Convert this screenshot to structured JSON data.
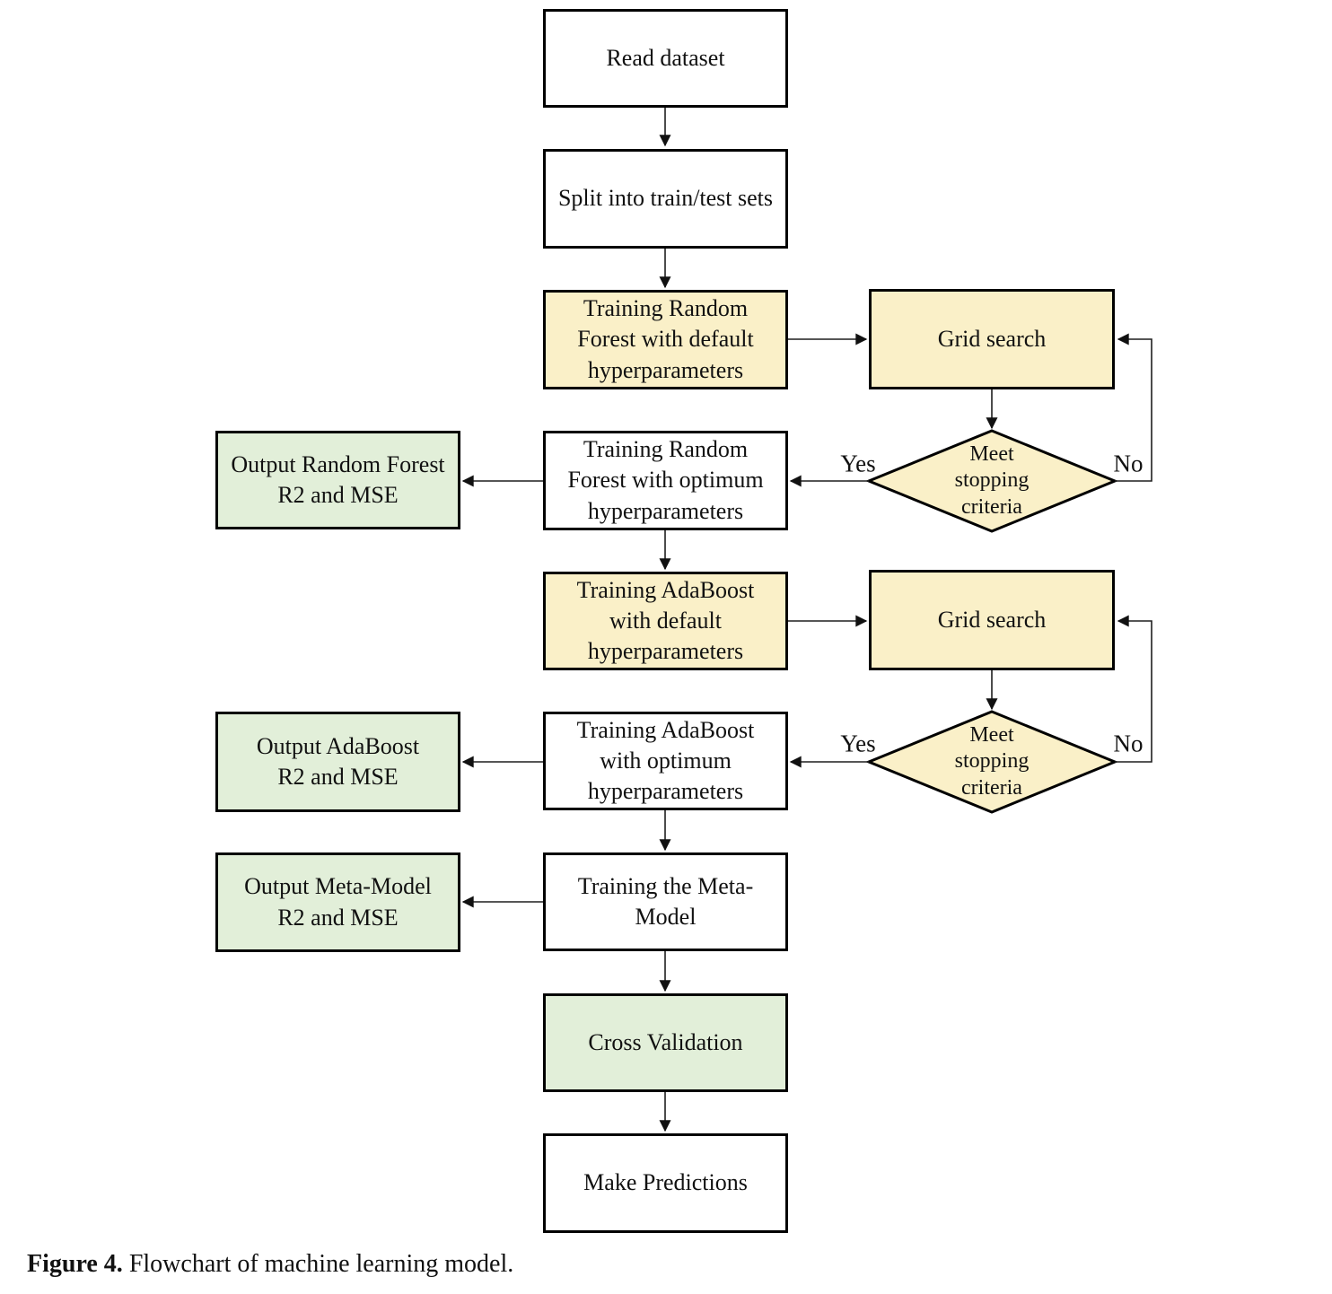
{
  "figure": {
    "caption_prefix": "Figure 4.",
    "caption_text": " Flowchart of machine learning model."
  },
  "palette": {
    "process_highlight_fill": "#FAF0C8",
    "output_fill": "#E2EFD9",
    "default_fill": "#FFFFFF",
    "border": "#000000",
    "connector": "#1F1F1F"
  },
  "nodes": {
    "read_dataset": {
      "label": "Read dataset"
    },
    "split": {
      "label": "Split into train/test sets"
    },
    "rf_default": {
      "label": "Training Random\nForest with default\nhyperparameters"
    },
    "grid_search_rf": {
      "label": "Grid search"
    },
    "decision_rf": {
      "label": "Meet\nstopping\ncriteria"
    },
    "rf_optimum": {
      "label": "Training Random\nForest with optimum\nhyperparameters"
    },
    "output_rf": {
      "label": "Output Random Forest\nR2 and MSE"
    },
    "ada_default": {
      "label": "Training AdaBoost\nwith default\nhyperparameters"
    },
    "grid_search_ada": {
      "label": "Grid search"
    },
    "decision_ada": {
      "label": "Meet\nstopping\ncriteria"
    },
    "ada_optimum": {
      "label": "Training AdaBoost\nwith optimum\nhyperparameters"
    },
    "output_ada": {
      "label": "Output AdaBoost\nR2 and MSE"
    },
    "meta_model": {
      "label": "Training the Meta-\nModel"
    },
    "output_meta": {
      "label": "Output Meta-Model\nR2 and MSE"
    },
    "cross_validation": {
      "label": "Cross Validation"
    },
    "make_predictions": {
      "label": "Make Predictions"
    }
  },
  "edge_labels": {
    "yes_rf": "Yes",
    "no_rf": "No",
    "yes_ada": "Yes",
    "no_ada": "No"
  }
}
